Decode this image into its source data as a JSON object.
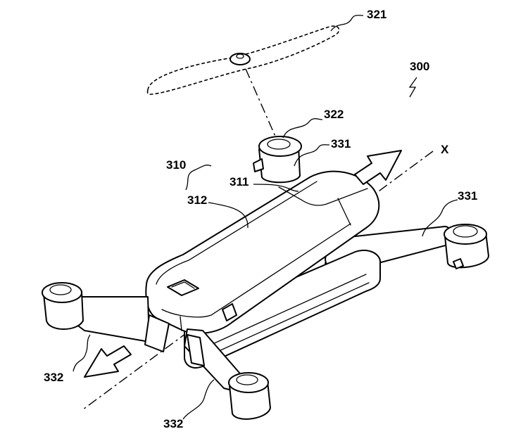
{
  "labels": {
    "propeller": "321",
    "drone": "300",
    "hub": "322",
    "arm_rear_left": "331",
    "arm_right": "331",
    "body": "310",
    "top_cover": "311",
    "body_shell": "312",
    "axis": "X",
    "arm_front_left": "332",
    "arm_front_bottom": "332"
  },
  "colors": {
    "stroke": "#000000",
    "background": "#ffffff"
  },
  "icons": [
    "forward-arrow-icon",
    "backward-arrow-icon"
  ]
}
